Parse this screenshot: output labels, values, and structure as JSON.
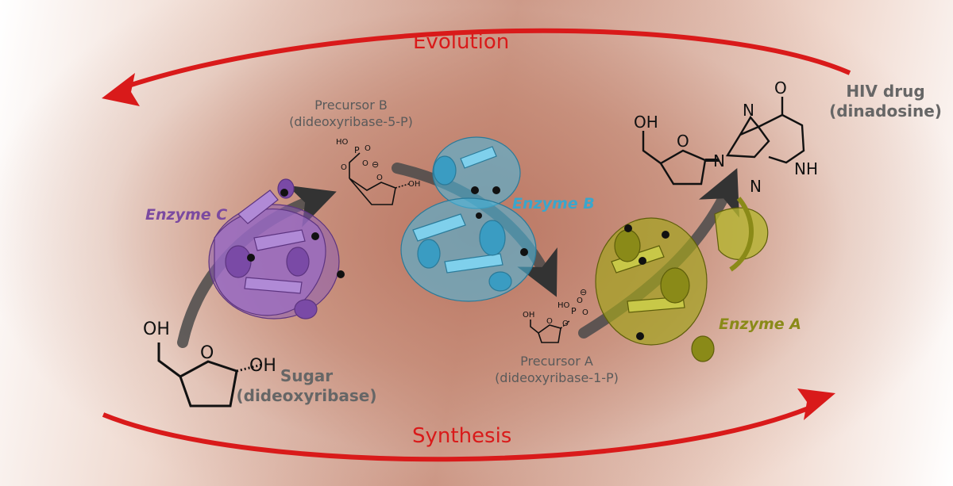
{
  "cycle": {
    "top_label": "Evolution",
    "bottom_label": "Synthesis"
  },
  "colors": {
    "cycle_arrow": "#d91a1a",
    "enzyme_a": "#8a8a18",
    "enzyme_b": "#3aa6cc",
    "enzyme_c": "#7b4aa0",
    "pathway_arrow": "#4a4a4a"
  },
  "nodes": {
    "sugar": {
      "line1": "Sugar",
      "line2": "(dideoxyribase)"
    },
    "precursor_b": {
      "line1": "Precursor B",
      "line2": "(dideoxyribase-5-P)"
    },
    "precursor_a": {
      "line1": "Precursor A",
      "line2": "(dideoxyribase-1-P)"
    },
    "drug": {
      "line1": "HIV drug",
      "line2": "(dinadosine)"
    }
  },
  "enzymes": {
    "c": "Enzyme C",
    "b": "Enzyme B",
    "a": "Enzyme A"
  },
  "chem_labels": {
    "oh": "OH",
    "ho": "HO",
    "o": "O",
    "p": "P",
    "n": "N",
    "nh": "NH",
    "minus": "⊖"
  }
}
